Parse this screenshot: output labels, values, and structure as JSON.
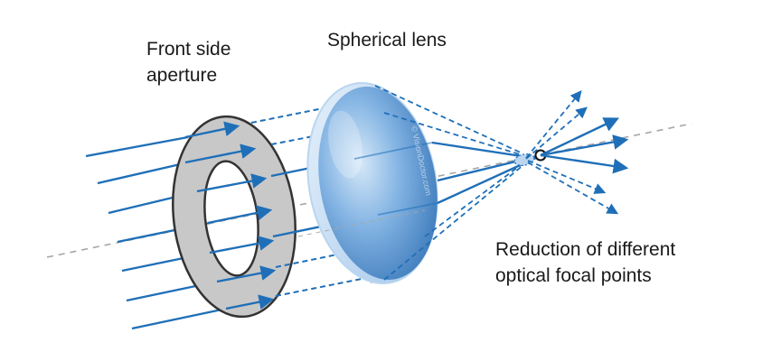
{
  "labels": {
    "front_line1": "Front side",
    "front_line2": "aperture",
    "lens": "Spherical lens",
    "reduction_line1": "Reduction of different",
    "reduction_line2": "optical focal points"
  },
  "watermark": "© VisionDoctor.com",
  "colors": {
    "ray": "#1f6fb8",
    "axis": "#a6a6a6",
    "aperture_fill": "#c8c8c8",
    "aperture_stroke": "#333333",
    "lens_light": "#cfe4f6",
    "lens_mid": "#73a9de",
    "lens_dark": "#2f6fb3"
  }
}
